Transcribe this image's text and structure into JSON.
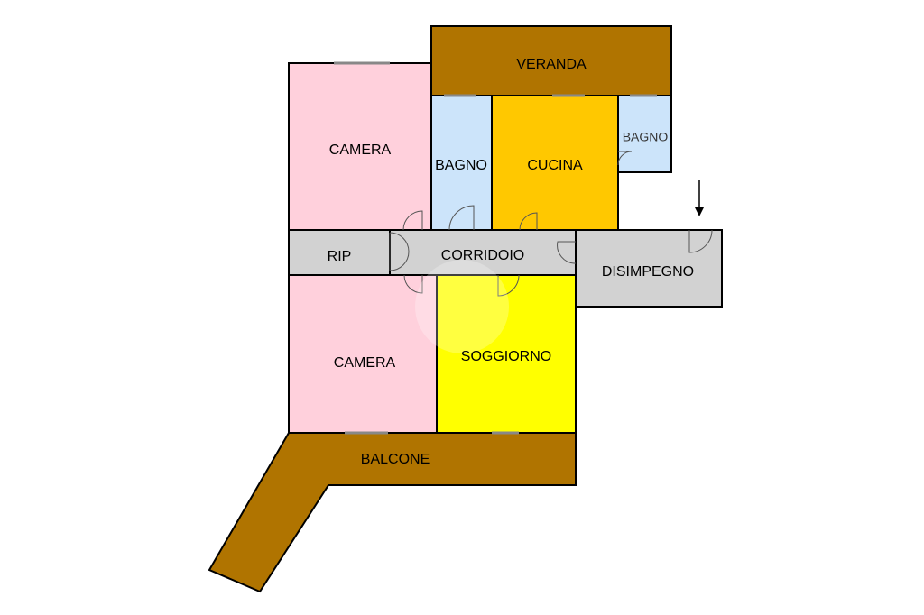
{
  "rooms": {
    "veranda": "VERANDA",
    "camera_top": "CAMERA",
    "bagno_left": "BAGNO",
    "cucina": "CUCINA",
    "bagno_right": "BAGNO",
    "rip": "RIP",
    "corridoio": "CORRIDOIO",
    "disimpegno": "DISIMPEGNO",
    "camera_bottom": "CAMERA",
    "soggiorno": "SOGGIORNO",
    "balcone": "BALCONE"
  },
  "colors": {
    "terrace": "#b07400",
    "bedroom": "#ffd0dc",
    "bathroom": "#cce4fa",
    "kitchen": "#ffc800",
    "living": "#ffff00",
    "corridor": "#d2d2d2"
  },
  "icons": {
    "entrance": "down-arrow-icon"
  }
}
